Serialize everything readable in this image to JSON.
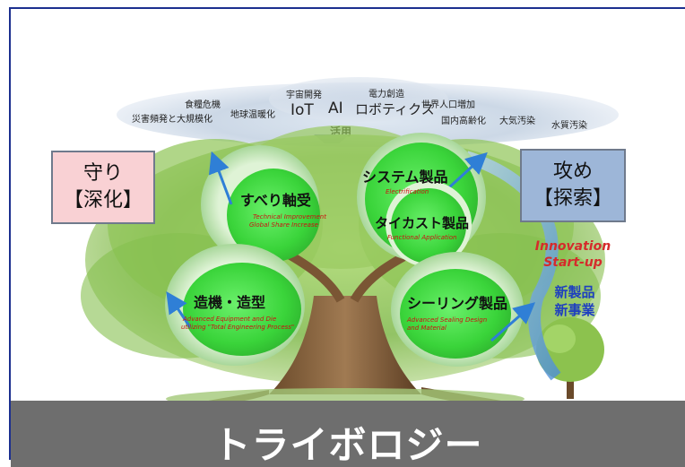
{
  "cloud": {
    "keywords": [
      "食糧危機",
      "災害頻発と大規模化",
      "地球温暖化",
      "宇宙開発",
      "電力創造",
      "世界人口増加",
      "国内高齢化",
      "大気汚染",
      "水質汚染"
    ],
    "tech": [
      "IoT",
      "AI",
      "ロボティクス"
    ],
    "usage_label": "活用"
  },
  "left_box": {
    "line1": "守り",
    "line2": "【深化】"
  },
  "right_box": {
    "line1": "攻め",
    "line2": "【探索】"
  },
  "circles": {
    "sliding_bearing": {
      "title": "すべり軸受",
      "sub1": "Technical Improvement",
      "sub2": "Global Share Increase"
    },
    "system_products": {
      "title": "システム製品",
      "sub1": "Electrification"
    },
    "die_cast_products": {
      "title": "タイカスト製品",
      "sub1": "Functional  Application"
    },
    "machine_molding": {
      "title": "造機・造型",
      "sub1": "Advanced Equipment and Die",
      "sub2": "utilizing  \"Total Engineering Process\""
    },
    "sealing_products": {
      "title": "シーリング製品",
      "sub1": "Advanced Sealing Design",
      "sub2": "and Material"
    }
  },
  "innovation": {
    "line1": "Innovation",
    "line2": "Start-up"
  },
  "new_business": {
    "line1": "新製品",
    "line2": "新事業"
  },
  "footer_title": "トライボロジー",
  "colors": {
    "left_box_bg": "#f9d1d4",
    "right_box_bg": "#9db6d8",
    "circle_green": "#5be05b",
    "arrow_blue": "#2f7fd6",
    "innovation_red": "#d52b2b",
    "new_business_blue": "#1e3fbf",
    "footer_bar": "#6e6e6e"
  }
}
